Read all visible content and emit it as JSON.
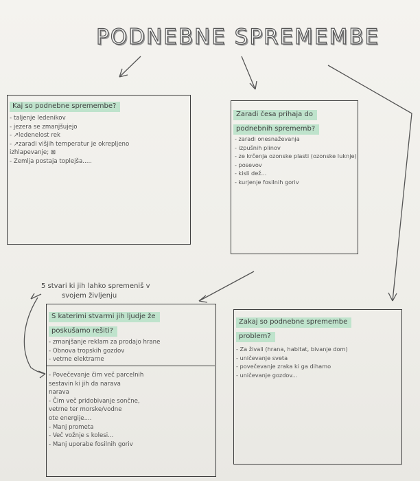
{
  "title": "PODNEBNE SPREMEMBE",
  "box1": {
    "heading": "Kaj so podnebne spremembe?",
    "items": [
      "- taljenje ledenikov",
      "- jezera se zmanjšujejo",
      "- ↗ledenelost rek",
      "- ↗zaradi višjih temperatur je okrepljeno",
      "izhlapevanje; ⊠",
      "- Zemlja postaja toplejša....."
    ]
  },
  "box2": {
    "heading_lines": [
      "Zaradi česa prihaja do",
      "podnebnih sprememb?"
    ],
    "items": [
      "- zaradi onesnaževanja",
      "- izpušnih plinov",
      "- ze krčenja ozonske plasti (ozonske luknje)",
      "- posevov",
      "- kisli dež...",
      "- kurjenje fosilnih goriv"
    ]
  },
  "note": {
    "lines": [
      "5 stvari ki jih lahko spremeniš v",
      "svojem življenju"
    ]
  },
  "box3": {
    "heading_lines": [
      "S katerimi stvarmi jih ljudje že",
      "poskušamo rešiti?"
    ],
    "items_top": [
      "- zmanjšanje reklam za prodajo hrane",
      "- Obnova tropskih gozdov",
      "- vetrne elektrarne"
    ],
    "items_bottom": [
      "- Povečevanje čim več parcelnih",
      "  sestavin ki jih da narava",
      "  narava",
      "- Čim več pridobivanje sončne,",
      "  vetrne ter morske/vodne",
      "  ote energije....",
      "- Manj prometa",
      "- Več vožnje s kolesi...",
      "- Manj uporabe fosilnih goriv"
    ]
  },
  "box4": {
    "heading_lines": [
      "Zakaj so podnebne spremembe",
      "problem?"
    ],
    "items": [
      "- Za živali (hrana, habitat, bivanje dom)",
      "- uničevanje sveta",
      "- povečevanje zraka ki ga dihamo",
      "- uničevanje gozdov..."
    ]
  }
}
